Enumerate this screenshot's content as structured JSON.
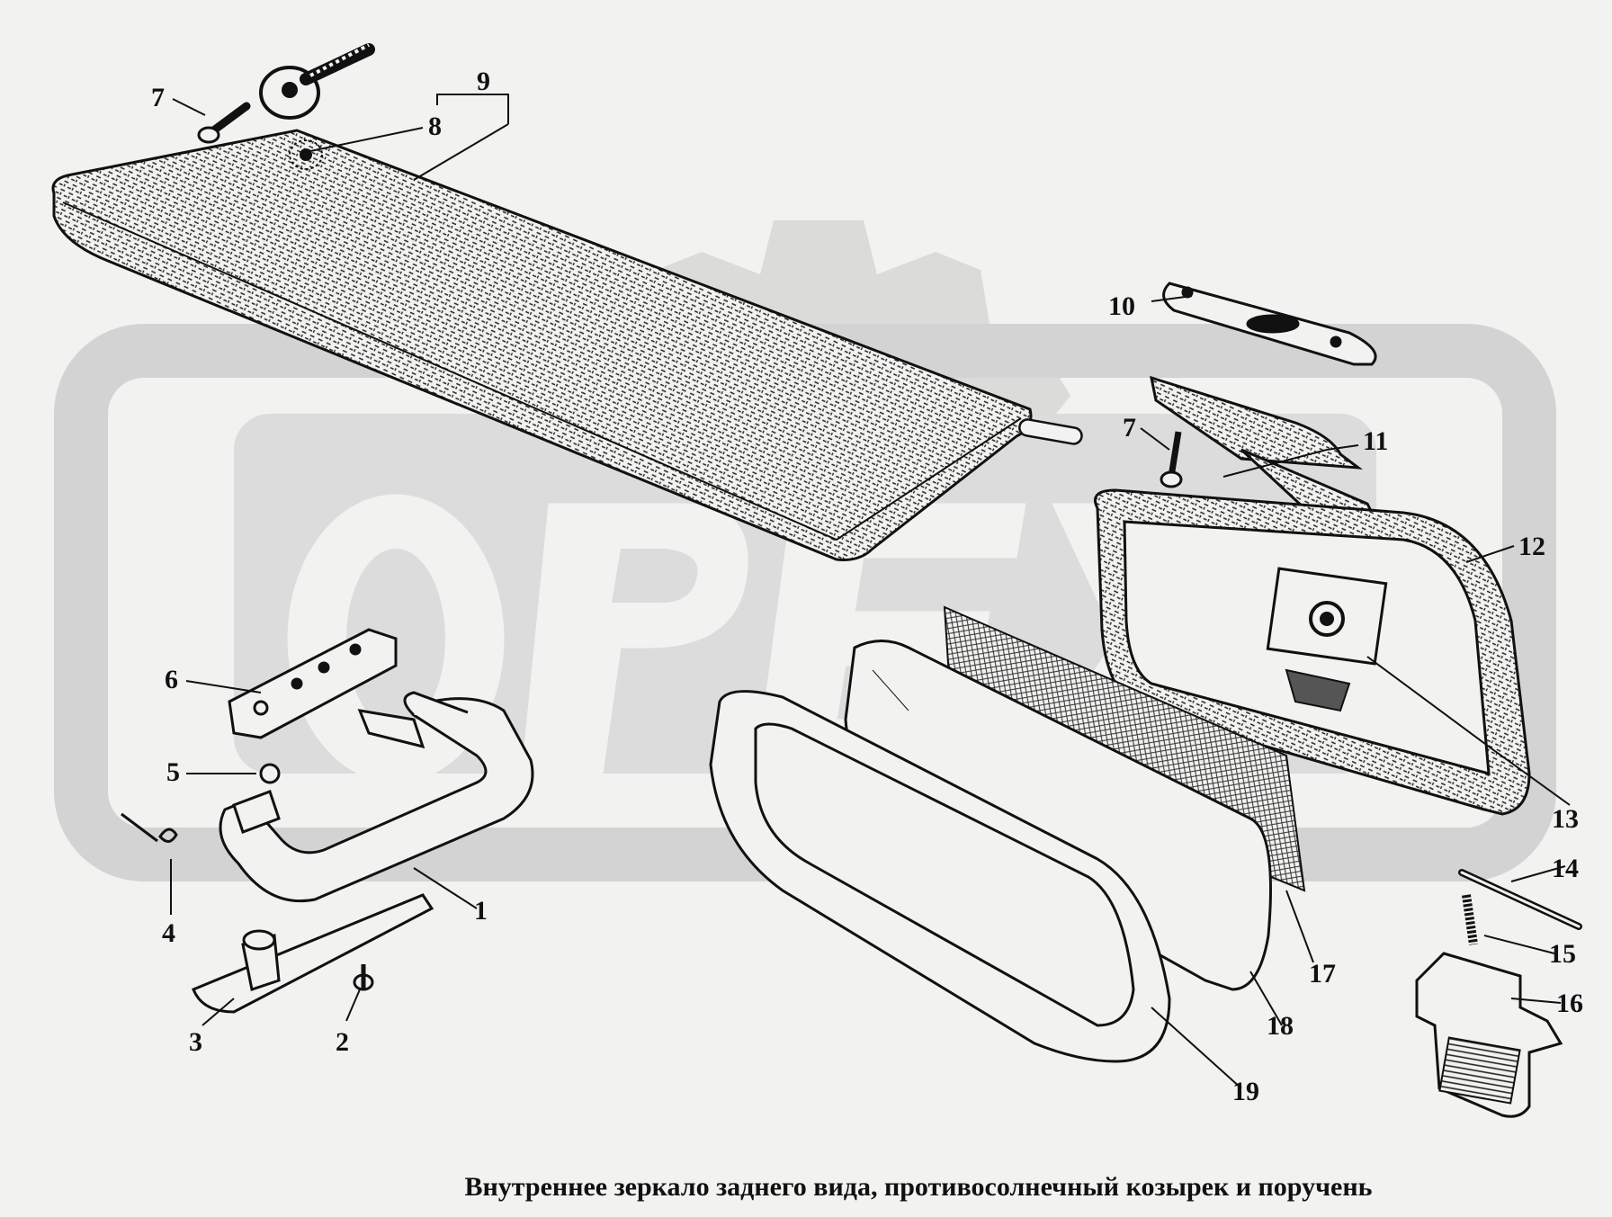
{
  "caption": "Внутреннее зеркало заднего вида,  противосолнечный козырек и поручень",
  "watermark": {
    "text": "OPEX",
    "color": "#cfcfcf"
  },
  "callouts": [
    {
      "id": "c7a",
      "label": "7"
    },
    {
      "id": "c9",
      "label": "9"
    },
    {
      "id": "c8",
      "label": "8"
    },
    {
      "id": "c10",
      "label": "10"
    },
    {
      "id": "c7b",
      "label": "7"
    },
    {
      "id": "c11",
      "label": "11"
    },
    {
      "id": "c12",
      "label": "12"
    },
    {
      "id": "c13",
      "label": "13"
    },
    {
      "id": "c14",
      "label": "14"
    },
    {
      "id": "c15",
      "label": "15"
    },
    {
      "id": "c16",
      "label": "16"
    },
    {
      "id": "c17",
      "label": "17"
    },
    {
      "id": "c18",
      "label": "18"
    },
    {
      "id": "c19",
      "label": "19"
    },
    {
      "id": "c6",
      "label": "6"
    },
    {
      "id": "c5",
      "label": "5"
    },
    {
      "id": "c4",
      "label": "4"
    },
    {
      "id": "c1",
      "label": "1"
    },
    {
      "id": "c3",
      "label": "3"
    },
    {
      "id": "c2",
      "label": "2"
    }
  ]
}
